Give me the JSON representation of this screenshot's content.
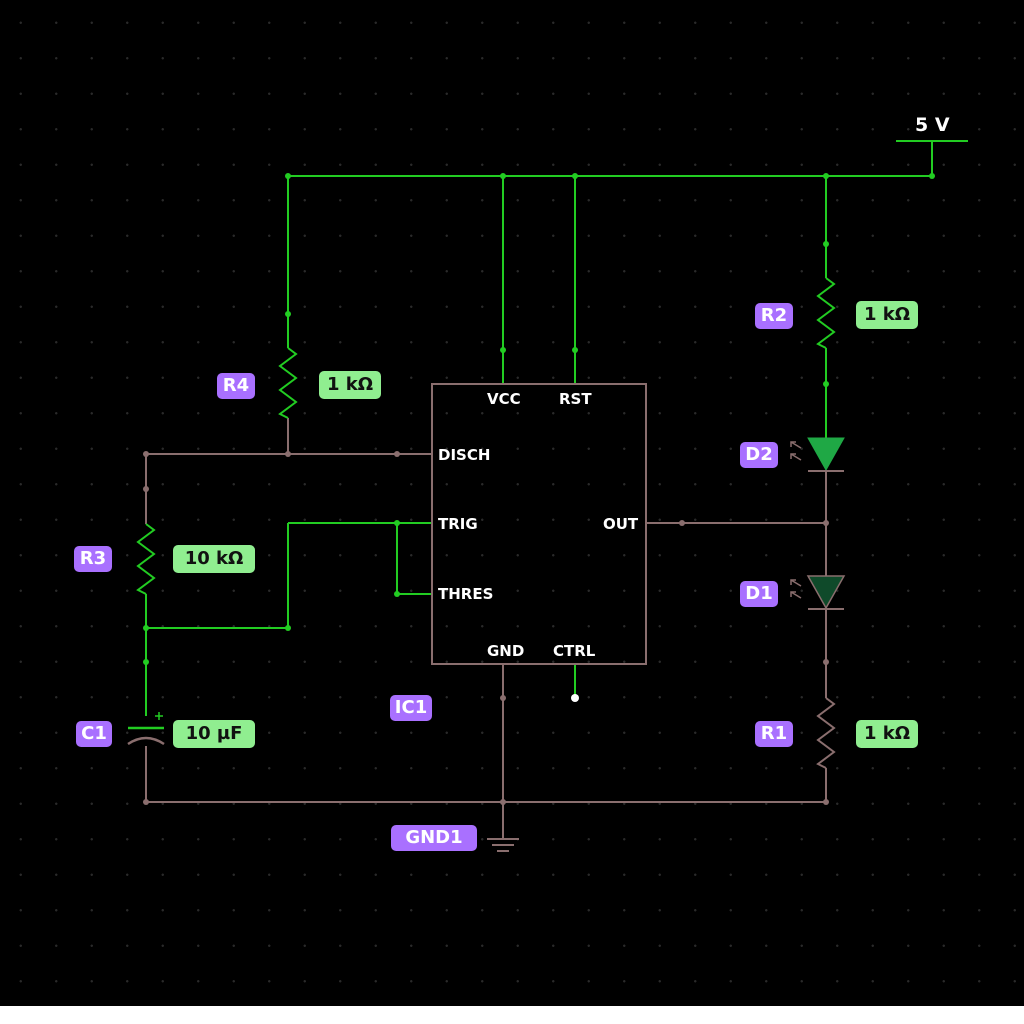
{
  "supply": {
    "label": "5 V"
  },
  "ic": {
    "ref": "IC1",
    "pins": {
      "vcc": "VCC",
      "rst": "RST",
      "disch": "DISCH",
      "trig": "TRIG",
      "thres": "THRES",
      "out": "OUT",
      "gnd": "GND",
      "ctrl": "CTRL"
    }
  },
  "components": {
    "r1": {
      "ref": "R1",
      "value": "1 kΩ"
    },
    "r2": {
      "ref": "R2",
      "value": "1 kΩ"
    },
    "r3": {
      "ref": "R3",
      "value": "10 kΩ"
    },
    "r4": {
      "ref": "R4",
      "value": "1 kΩ"
    },
    "c1": {
      "ref": "C1",
      "value": "10 µF",
      "polarity": "+"
    },
    "d1": {
      "ref": "D1"
    },
    "d2": {
      "ref": "D2"
    },
    "gnd1": {
      "ref": "GND1"
    }
  },
  "colors": {
    "background": "#000000",
    "powered_wire": "#22cc22",
    "idle_wire": "#8a6e6e",
    "ref_label_bg": "#a970ff",
    "value_label_bg": "#90ee90",
    "led_on": "#1fa845",
    "led_off": "#0f4a2a"
  }
}
